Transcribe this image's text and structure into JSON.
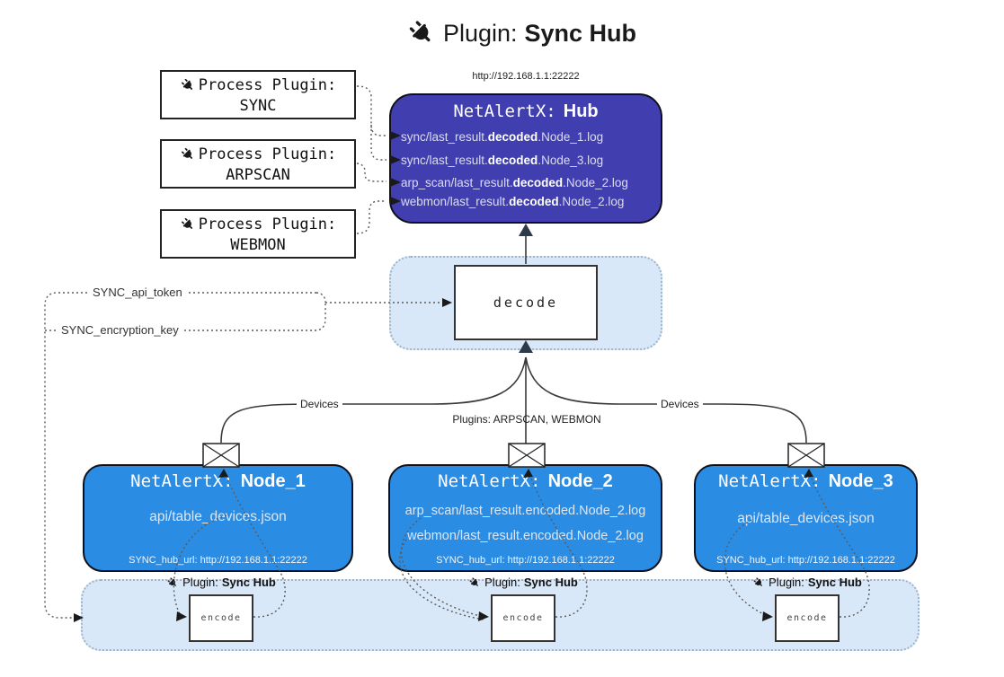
{
  "title": {
    "prefix": "Plugin:",
    "name": "Sync Hub"
  },
  "hub": {
    "url": "http://192.168.1.1:22222",
    "title_prefix": "NetAlertX:",
    "title_name": "Hub",
    "lines": [
      {
        "pre": "sync/last_result.",
        "bold": "decoded",
        "post": ".Node_1.log"
      },
      {
        "pre": "sync/last_result.",
        "bold": "decoded",
        "post": ".Node_3.log"
      },
      {
        "pre": "arp_scan/last_result.",
        "bold": "decoded",
        "post": ".Node_2.log"
      },
      {
        "pre": "webmon/last_result.",
        "bold": "decoded",
        "post": ".Node_2.log"
      }
    ]
  },
  "process_plugins": [
    {
      "label": "Process Plugin:",
      "name": "SYNC"
    },
    {
      "label": "Process Plugin:",
      "name": "ARPSCAN"
    },
    {
      "label": "Process Plugin:",
      "name": "WEBMON"
    }
  ],
  "decode": {
    "label": "decode"
  },
  "settings": {
    "api_token": "SYNC_api_token",
    "encryption_key": "SYNC_encryption_key"
  },
  "edge_labels": {
    "devices_left": "Devices",
    "plugins_center": "Plugins: ARPSCAN, WEBMON",
    "devices_right": "Devices"
  },
  "nodes": [
    {
      "title_prefix": "NetAlertX:",
      "title_name": "Node_1",
      "lines": [
        "api/table_devices.json"
      ],
      "footer": "SYNC_hub_url: http://192.168.1.1:22222"
    },
    {
      "title_prefix": "NetAlertX:",
      "title_name": "Node_2",
      "lines": [
        "arp_scan/last_result.encoded.Node_2.log",
        "webmon/last_result.encoded.Node_2.log"
      ],
      "footer": "SYNC_hub_url: http://192.168.1.1:22222"
    },
    {
      "title_prefix": "NetAlertX:",
      "title_name": "Node_3",
      "lines": [
        "api/table_devices.json"
      ],
      "footer": "SYNC_hub_url: http://192.168.1.1:22222"
    }
  ],
  "encoders": [
    {
      "label_prefix": "Plugin:",
      "label_name": "Sync Hub",
      "box_label": "encode"
    },
    {
      "label_prefix": "Plugin:",
      "label_name": "Sync Hub",
      "box_label": "encode"
    },
    {
      "label_prefix": "Plugin:",
      "label_name": "Sync Hub",
      "box_label": "encode"
    }
  ],
  "colors": {
    "hub_bg": "#413FB0",
    "node_bg": "#2B8CE4",
    "panel_bg": "#D9E8F8",
    "panel_border": "#9DB4CC",
    "hub_text": "#DBDCEF",
    "node_text": "#DCE6F3",
    "line": "#3A3A3A",
    "dotted": "#5A5A5A",
    "arrow_dark": "#2E3A47"
  }
}
